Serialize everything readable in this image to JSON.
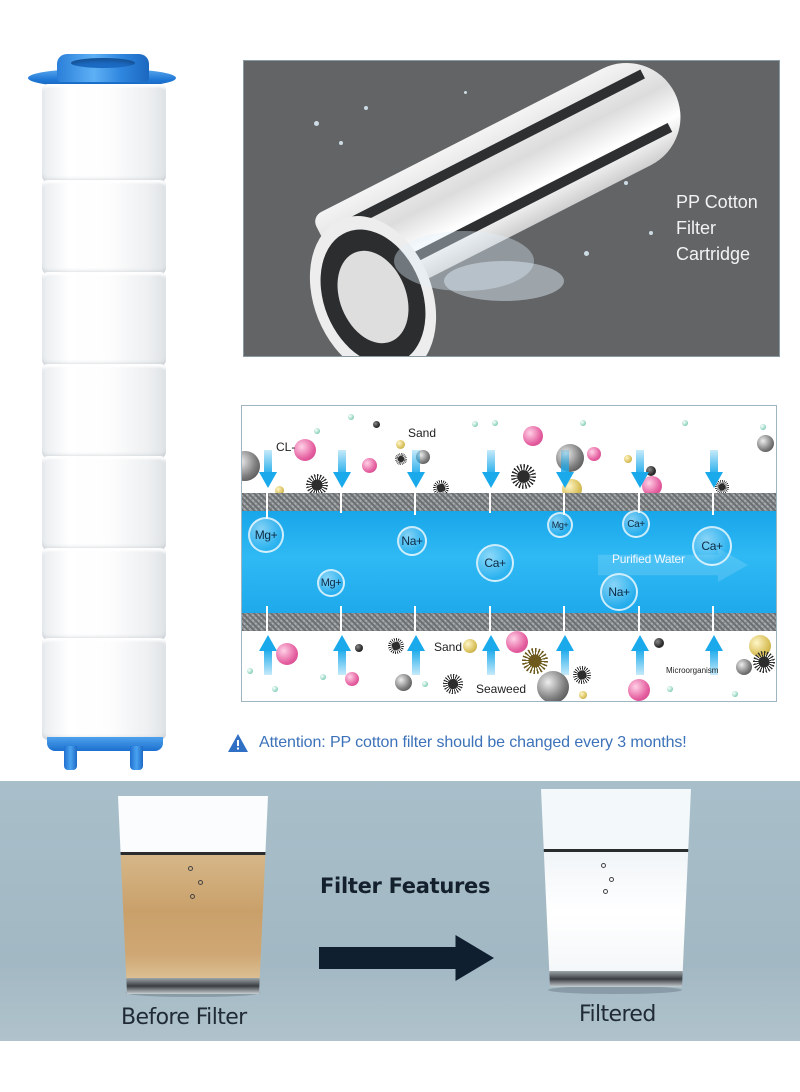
{
  "cartridge": {
    "segments": 7,
    "cap_color": "#1f78d6",
    "body_color": "#ffffff"
  },
  "cutaway_panel": {
    "label_lines": [
      "PP Cotton",
      "Filter",
      "Cartridge"
    ],
    "background": "#626466"
  },
  "filtration_diagram": {
    "water_label": "Purified Water",
    "contaminant_labels": {
      "chlorine": "CL-",
      "sand_top": "Sand",
      "sand_bottom": "Sand",
      "seaweed": "Seaweed",
      "microorganism": "Microorganism"
    },
    "ions": [
      {
        "label": "Mg+"
      },
      {
        "label": "Mg+"
      },
      {
        "label": "Na+"
      },
      {
        "label": "Ca+"
      },
      {
        "label": "Mg+"
      },
      {
        "label": "Ca+"
      },
      {
        "label": "Na+"
      },
      {
        "label": "Ca+"
      }
    ],
    "water_color": "#22aef0",
    "arrow_color": "#1aaaeb"
  },
  "attention": {
    "icon": "warning-triangle-icon",
    "text": "Attention: PP cotton filter should be changed every 3 months!",
    "color": "#3c72b9"
  },
  "comparison": {
    "title": "Filter Features",
    "before_caption": "Before Filter",
    "after_caption": "Filtered",
    "arrow_icon": "right-arrow-icon",
    "background": "#a6bcc7"
  }
}
